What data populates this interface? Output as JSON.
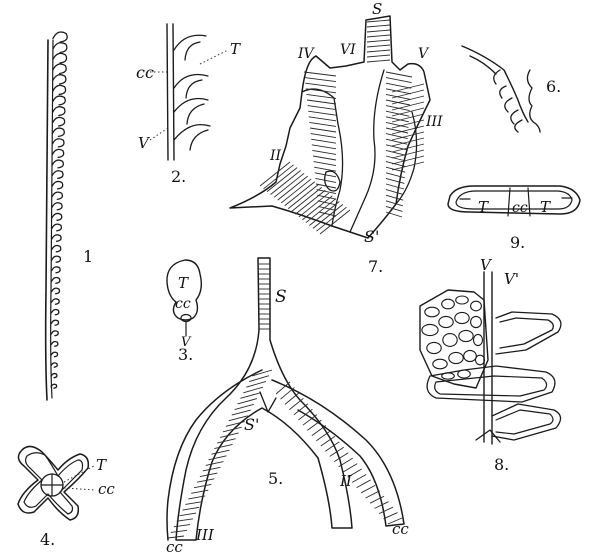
{
  "figures": [
    {
      "number": "1",
      "labels": []
    },
    {
      "number": "2.",
      "labels": [
        "cc",
        "T",
        "V"
      ]
    },
    {
      "number": "3.",
      "labels": [
        "T",
        "cc",
        "V"
      ]
    },
    {
      "number": "4.",
      "labels": [
        "T",
        "cc"
      ]
    },
    {
      "number": "5.",
      "labels": [
        "S",
        "S'",
        "II",
        "III",
        "cc",
        "cc"
      ]
    },
    {
      "number": "6.",
      "labels": []
    },
    {
      "number": "7.",
      "labels": [
        "S",
        "IV",
        "VI",
        "V",
        "III",
        "II",
        "S'"
      ]
    },
    {
      "number": "8.",
      "labels": [
        "V",
        "V'"
      ]
    },
    {
      "number": "9.",
      "labels": [
        "T",
        "cc",
        "T"
      ]
    }
  ]
}
